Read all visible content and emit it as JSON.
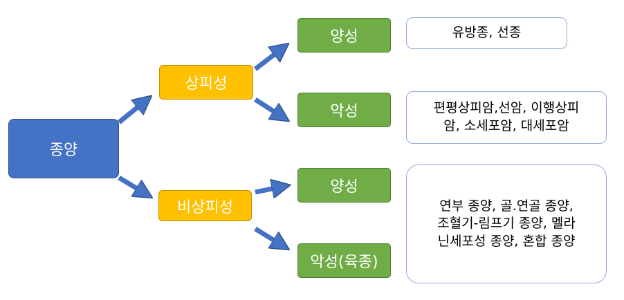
{
  "root": {
    "label": "종양"
  },
  "branches": [
    {
      "label": "상피성",
      "children": [
        {
          "label": "양성",
          "note": "유방종, 선종"
        },
        {
          "label": "악성",
          "note_lines": [
            "편평상피암,선암, 이행상피",
            "암, 소세포암, 대세포암"
          ]
        }
      ]
    },
    {
      "label": "비상피성",
      "children": [
        {
          "label": "양성",
          "note_lines": [
            "연부 종양, 골.연골 종양,",
            "조혈기-림프기 종양, 멜라",
            "닌세포성 종양, 혼합 종양"
          ]
        },
        {
          "label": "악성(육종)"
        }
      ]
    }
  ],
  "colors": {
    "root": "#4472c4",
    "level1": "#ffc000",
    "level2": "#70ad47",
    "arrow": "#4472c4",
    "note_border": "#8faadc"
  }
}
